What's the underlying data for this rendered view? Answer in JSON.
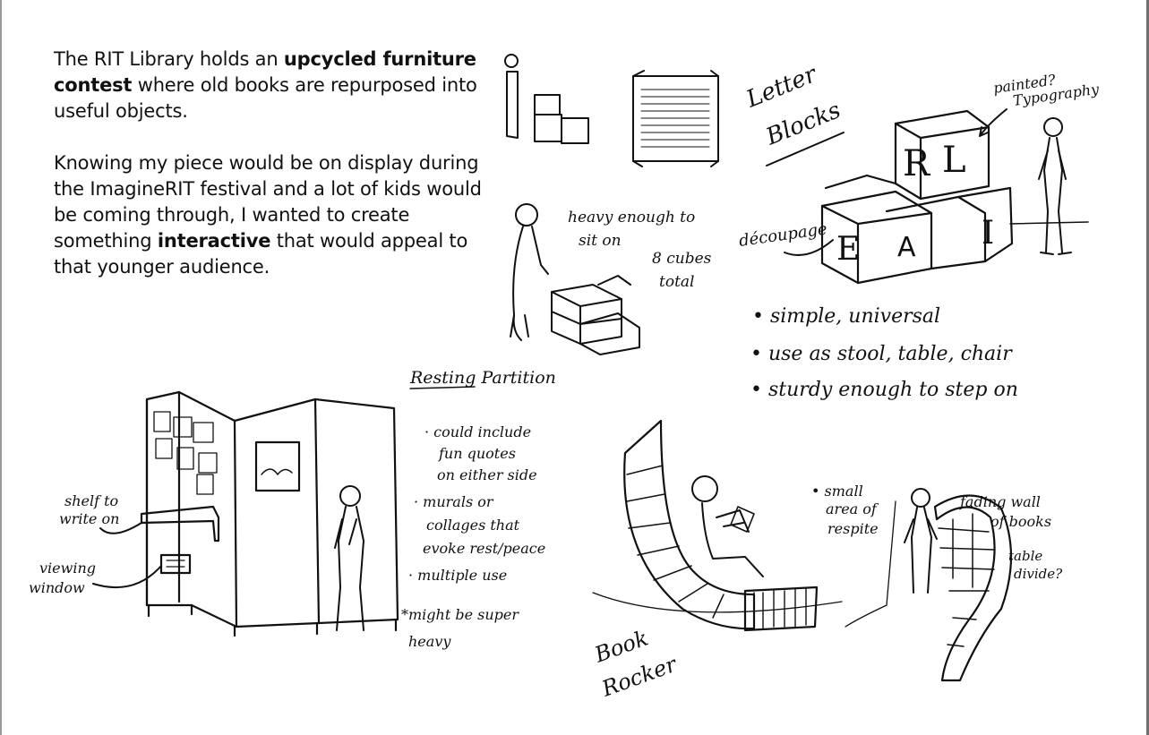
{
  "intro": {
    "p1_a": "The RIT Library holds an ",
    "p1_b": "upcycled furniture contest",
    "p1_c": " where old books are repurposed into useful objects.",
    "p2_a": "Knowing my piece would be on display during the ImagineRIT festival and a lot of kids would be coming through, I wanted to create something ",
    "p2_b": "interactive",
    "p2_c": " that would appeal to that younger audience."
  },
  "notes": {
    "letter_blocks_title_1": "Letter",
    "letter_blocks_title_2": "Blocks",
    "painted_1": "painted?",
    "painted_2": "Typography",
    "decoupage": "découpage",
    "heavy_1": "heavy enough to",
    "heavy_2": "sit on",
    "cubes_1": "8 cubes",
    "cubes_2": "total",
    "block_letters": [
      "R",
      "L",
      "E",
      "A",
      "I"
    ],
    "bullets_blocks": [
      "• simple, universal",
      "• use as stool, table, chair",
      "• sturdy enough to step on"
    ],
    "partition_title": "Resting Partition",
    "partition_bullets": [
      "· could include",
      "fun quotes",
      "on either side",
      "· murals or",
      "collages that",
      "evoke rest/peace",
      "· multiple use",
      "*might be super",
      "heavy"
    ],
    "shelf_1": "shelf to",
    "shelf_2": "write on",
    "window_1": "viewing",
    "window_2": "window",
    "rocker_1": "Book",
    "rocker_2": "Rocker",
    "respite_1": "• small",
    "respite_2": "area of",
    "respite_3": "respite",
    "fading_1": "fading wall",
    "fading_2": "of books",
    "fading_3": "table",
    "fading_4": "divide?"
  }
}
